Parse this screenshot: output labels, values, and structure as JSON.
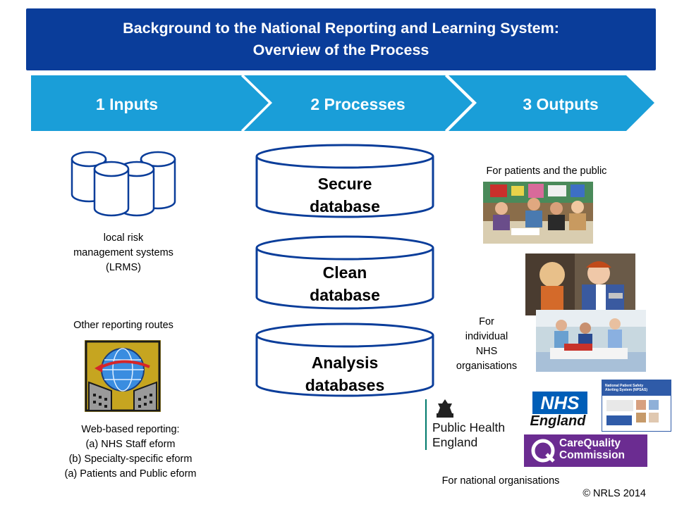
{
  "title": {
    "line1": "Background to the National Reporting and Learning System:",
    "line2": "Overview of the Process"
  },
  "stages": [
    {
      "label": "1 Inputs"
    },
    {
      "label": "2 Processes"
    },
    {
      "label": "3 Outputs"
    }
  ],
  "inputs": {
    "lrms_label": [
      "local risk",
      "management systems",
      "(LRMS)"
    ],
    "other_routes_label": "Other reporting routes",
    "web_reporting": [
      "Web-based reporting:",
      "(a)   NHS Staff eform",
      "(b) Specialty-specific eform",
      "(a)   Patients and Public eform"
    ]
  },
  "databases": [
    {
      "line1": "Secure",
      "line2": "database"
    },
    {
      "line1": "Clean",
      "line2": "database"
    },
    {
      "line1": "Analysis",
      "line2": "databases"
    }
  ],
  "outputs": {
    "patients_public_label": "For patients and the public",
    "nhs_orgs_label": [
      "For",
      "individual",
      "NHS",
      "organisations"
    ],
    "national_orgs_label": "For national organisations",
    "logos": {
      "phe": [
        "Public Health",
        "England"
      ],
      "nhs_england": [
        "NHS",
        "England"
      ],
      "cqc": [
        "CareQuality",
        "Commission"
      ],
      "report_title": [
        "National Patient Safety",
        "Alerting System (NPSAS)"
      ]
    }
  },
  "copyright": "© NRLS 2014",
  "colors": {
    "title_bg": "#0a3d9a",
    "chevron": "#1a9ed8",
    "cylinder_stroke": "#0a3d9a",
    "nhs_blue": "#005eb8",
    "cqc_purple": "#6b2c91"
  }
}
